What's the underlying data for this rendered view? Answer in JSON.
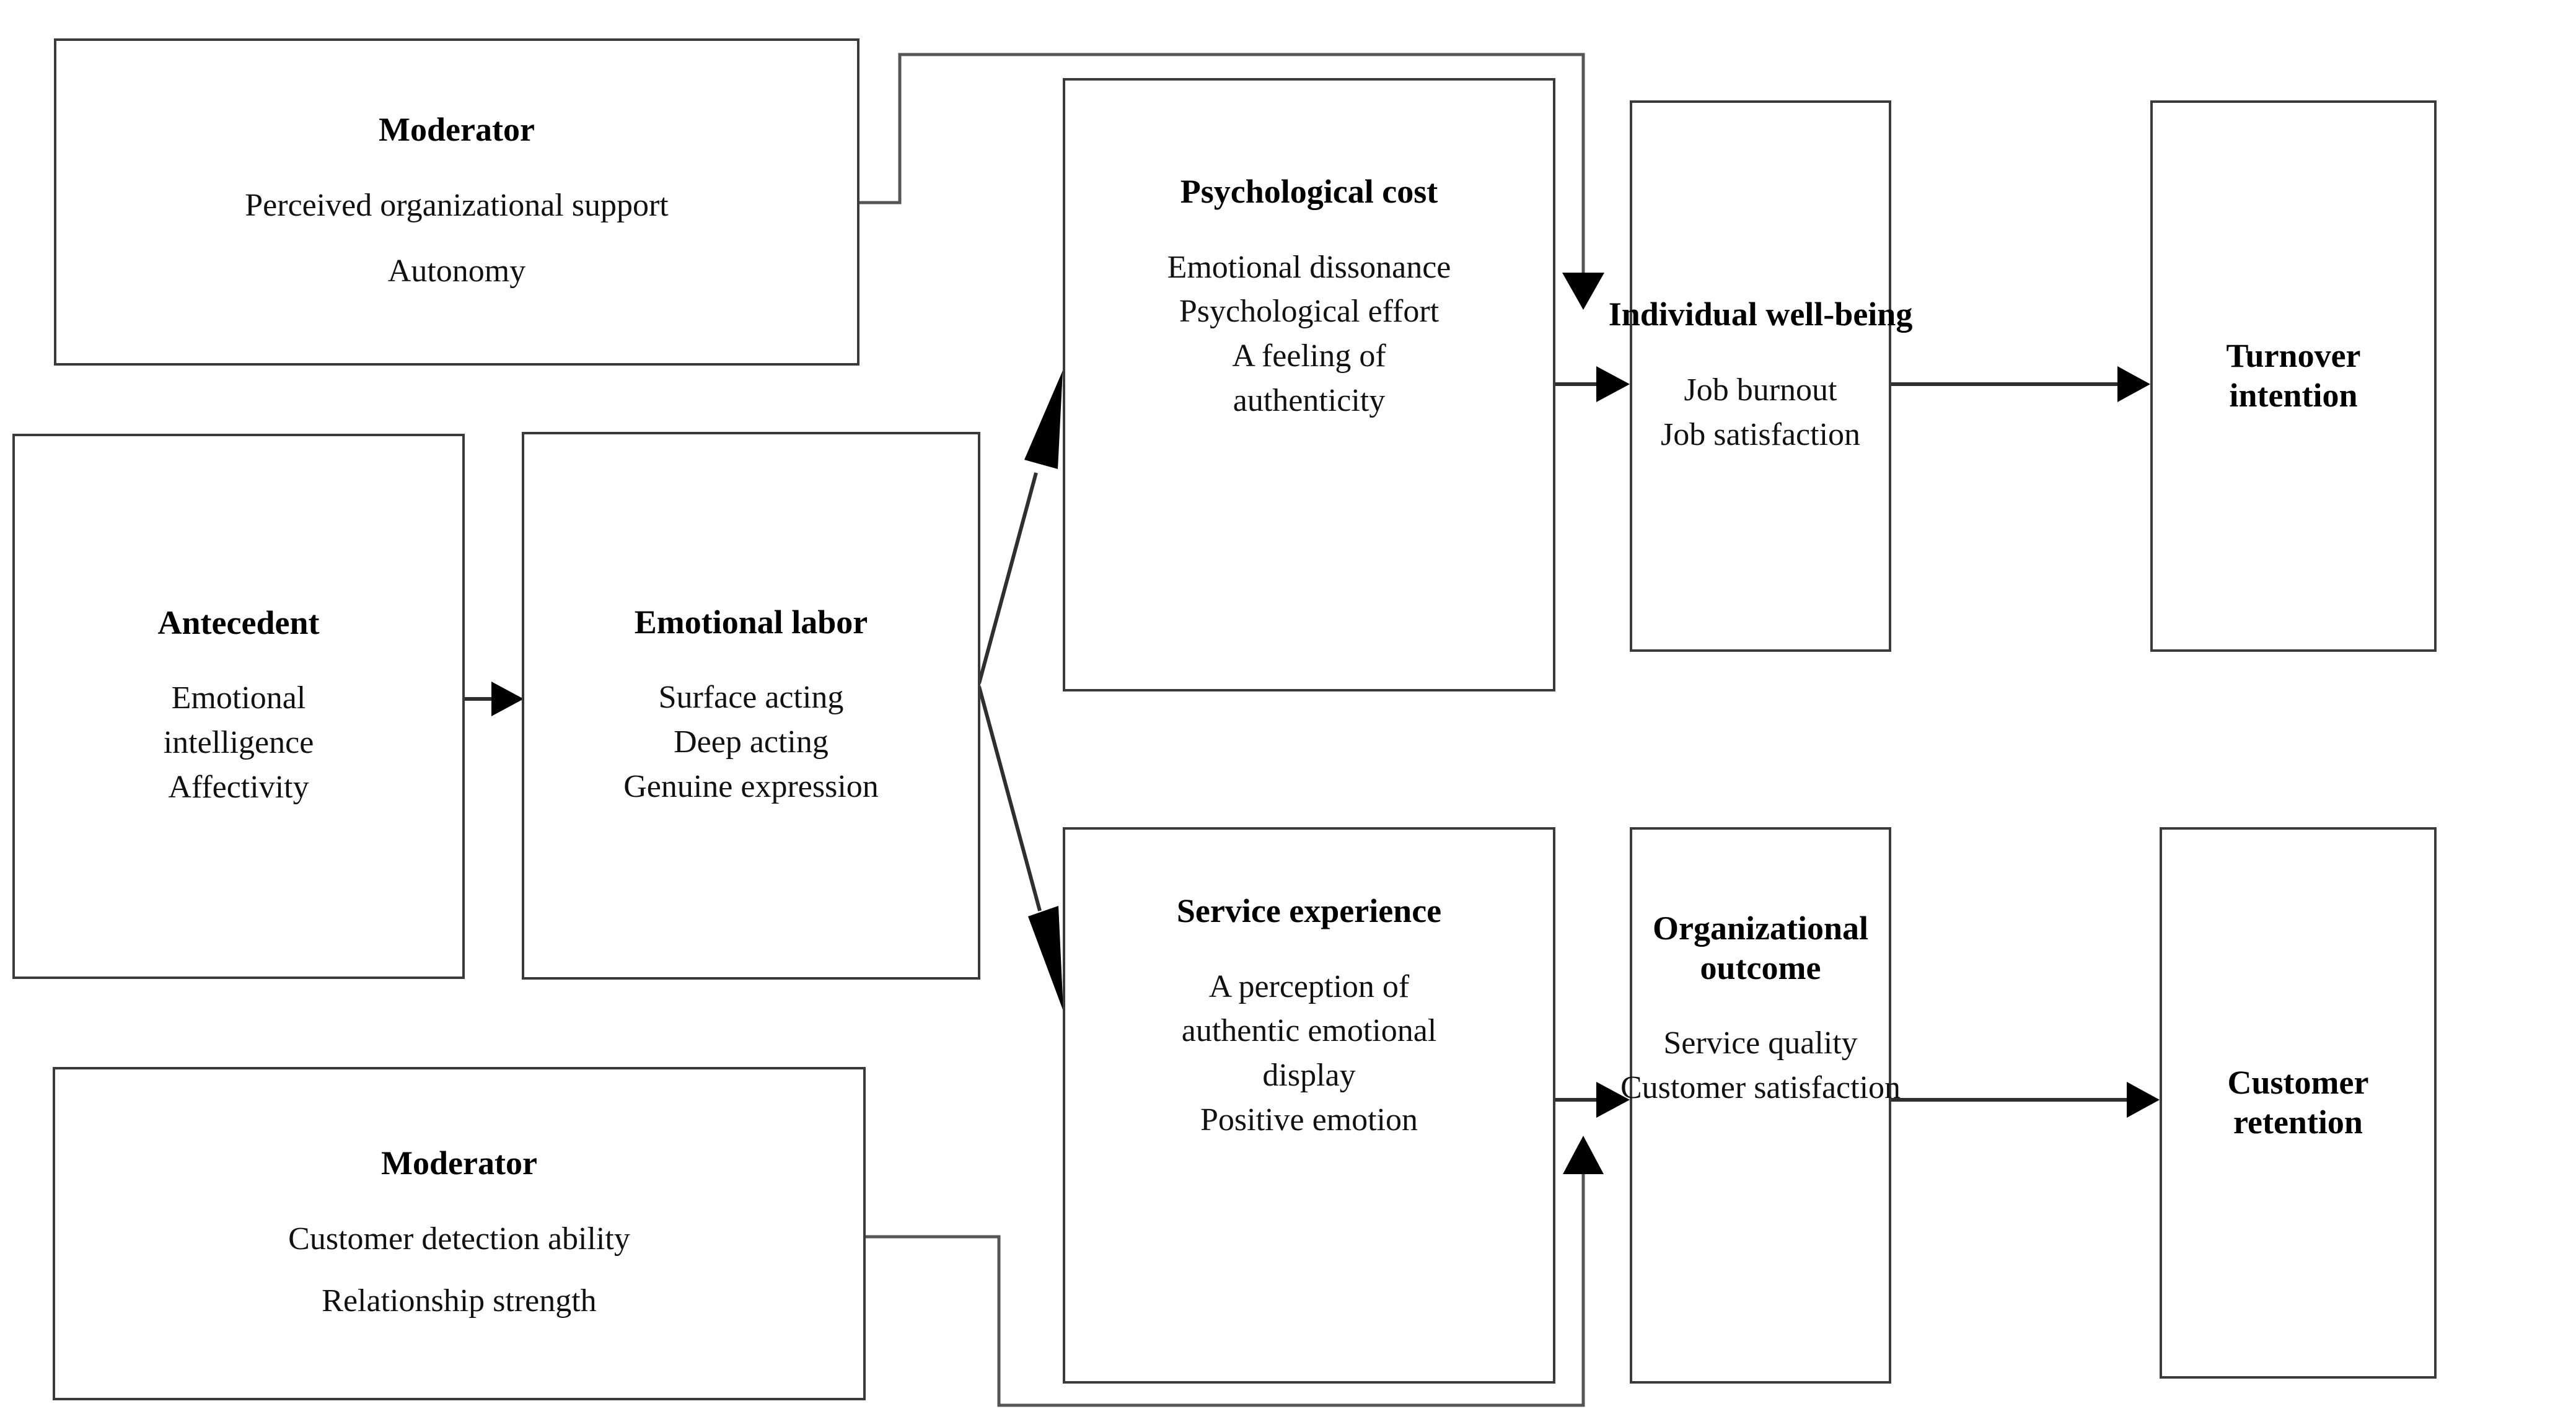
{
  "diagram": {
    "title": "Emotional labor conceptual framework",
    "stroke_color": "#2f2f2f",
    "box_border_color": "#3a3a3a",
    "background": "#ffffff"
  },
  "nodes": {
    "moderator_top": {
      "title": "Moderator",
      "items": [
        "Perceived organizational support",
        "Autonomy"
      ]
    },
    "antecedent": {
      "title": "Antecedent",
      "items": [
        "Emotional",
        "intelligence",
        "Affectivity"
      ]
    },
    "emotional_labor": {
      "title": "Emotional labor",
      "items": [
        "Surface acting",
        "Deep acting",
        "Genuine expression"
      ]
    },
    "psychological_cost": {
      "title": "Psychological cost",
      "items": [
        "Emotional dissonance",
        "Psychological effort",
        "A feeling of",
        "authenticity"
      ]
    },
    "individual_wellbeing": {
      "title": "Individual well-being",
      "items": [
        "Job burnout",
        "Job satisfaction"
      ]
    },
    "turnover_intention": {
      "title": "Turnover\nintention",
      "items": []
    },
    "service_experience": {
      "title": "Service experience",
      "items": [
        "A perception of",
        "authentic emotional",
        "display",
        "Positive emotion"
      ]
    },
    "organizational_outcome": {
      "title": "Organizational\noutcome",
      "items": [
        "Service quality",
        "Customer satisfaction"
      ]
    },
    "customer_retention": {
      "title": "Customer\nretention",
      "items": []
    },
    "moderator_bottom": {
      "title": "Moderator",
      "items": [
        "Customer detection ability",
        "Relationship strength"
      ]
    }
  },
  "edges": [
    {
      "name": "antecedent-to-emotional-labor",
      "from": "antecedent",
      "to": "emotional_labor",
      "style": "arrow"
    },
    {
      "name": "emotional-labor-to-psychological-cost",
      "from": "emotional_labor",
      "to": "psychological_cost",
      "style": "arrow"
    },
    {
      "name": "emotional-labor-to-service-experience",
      "from": "emotional_labor",
      "to": "service_experience",
      "style": "arrow"
    },
    {
      "name": "psychological-cost-to-individual-wellbeing",
      "from": "psychological_cost",
      "to": "individual_wellbeing",
      "style": "arrow"
    },
    {
      "name": "individual-wellbeing-to-turnover-intention",
      "from": "individual_wellbeing",
      "to": "turnover_intention",
      "style": "arrow"
    },
    {
      "name": "service-experience-to-organizational-outcome",
      "from": "service_experience",
      "to": "organizational_outcome",
      "style": "arrow"
    },
    {
      "name": "organizational-outcome-to-customer-retention",
      "from": "organizational_outcome",
      "to": "customer_retention",
      "style": "arrow"
    },
    {
      "name": "moderator-top-to-individual-wellbeing",
      "from": "moderator_top",
      "to": "individual_wellbeing",
      "style": "elbow-arrow"
    },
    {
      "name": "moderator-bottom-to-organizational-outcome",
      "from": "moderator_bottom",
      "to": "organizational_outcome",
      "style": "elbow-arrow"
    }
  ]
}
